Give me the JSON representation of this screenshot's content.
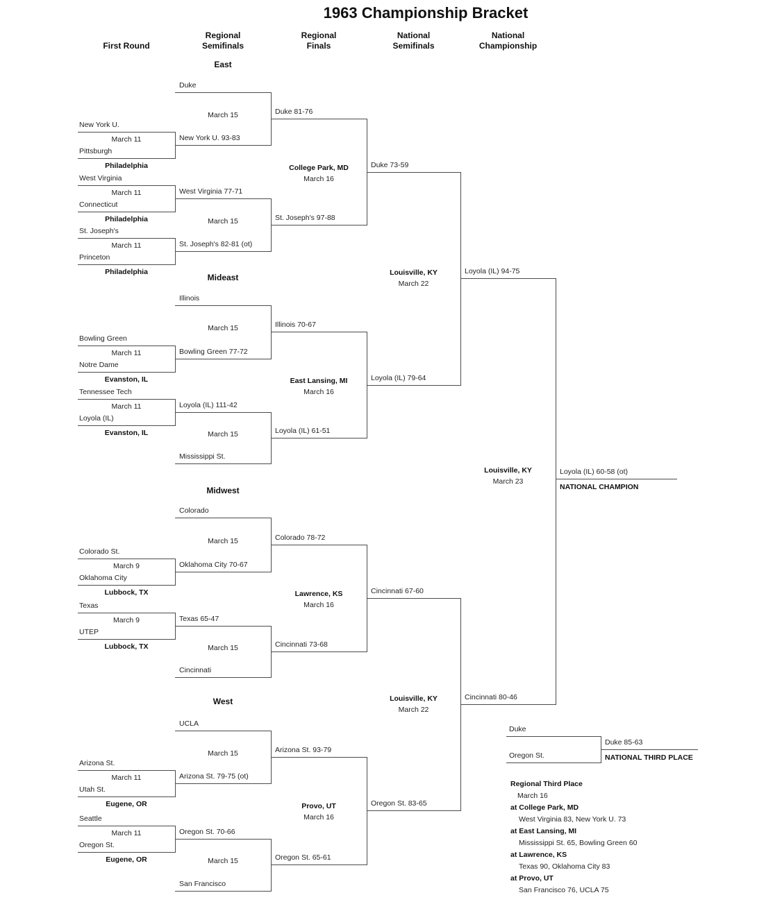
{
  "title": "1963 Championship Bracket",
  "column_headers": {
    "first_round": "First Round",
    "regional_semifinals": [
      "Regional",
      "Semifinals"
    ],
    "regional_finals": [
      "Regional",
      "Finals"
    ],
    "national_semifinals": [
      "National",
      "Semifinals"
    ],
    "national_championship": [
      "National",
      "Championship"
    ]
  },
  "regions": {
    "east": {
      "label": "East",
      "bye1": "Duke",
      "fr1": {
        "team1": "New York U.",
        "date": "March 11",
        "team2": "Pittsburgh",
        "site": "Philadelphia",
        "winner": "New York U. 93-83"
      },
      "fr2": {
        "team1": "West Virginia",
        "date": "March 11",
        "team2": "Connecticut",
        "site": "Philadelphia",
        "winner": "West Virginia 77-71"
      },
      "fr3": {
        "team1": "St. Joseph's",
        "date": "March 11",
        "team2": "Princeton",
        "site": "Philadelphia",
        "winner": "St. Joseph's 82-81 (ot)"
      },
      "semi1": {
        "date": "March 15",
        "winner": "Duke 81-76"
      },
      "semi2": {
        "date": "March 15",
        "winner": "St. Joseph's 97-88"
      },
      "final": {
        "site": "College Park, MD",
        "date": "March 16",
        "winner": "Duke 73-59"
      }
    },
    "mideast": {
      "label": "Mideast",
      "bye1": "Illinois",
      "bye2": "Mississippi St.",
      "fr1": {
        "team1": "Bowling Green",
        "date": "March 11",
        "team2": "Notre Dame",
        "site": "Evanston, IL",
        "winner": "Bowling Green 77-72"
      },
      "fr2": {
        "team1": "Tennessee Tech",
        "date": "March 11",
        "team2": "Loyola (IL)",
        "site": "Evanston, IL",
        "winner": "Loyola (IL) 111-42"
      },
      "semi1": {
        "date": "March 15",
        "winner": "Illinois 70-67"
      },
      "semi2": {
        "date": "March 15",
        "winner": "Loyola (IL) 61-51"
      },
      "final": {
        "site": "East Lansing, MI",
        "date": "March 16",
        "winner": "Loyola (IL) 79-64"
      }
    },
    "midwest": {
      "label": "Midwest",
      "bye1": "Colorado",
      "bye2": "Cincinnati",
      "fr1": {
        "team1": "Colorado St.",
        "date": "March 9",
        "team2": "Oklahoma City",
        "site": "Lubbock, TX",
        "winner": "Oklahoma City 70-67"
      },
      "fr2": {
        "team1": "Texas",
        "date": "March 9",
        "team2": "UTEP",
        "site": "Lubbock, TX",
        "winner": "Texas 65-47"
      },
      "semi1": {
        "date": "March 15",
        "winner": "Colorado 78-72"
      },
      "semi2": {
        "date": "March 15",
        "winner": "Cincinnati 73-68"
      },
      "final": {
        "site": "Lawrence, KS",
        "date": "March 16",
        "winner": "Cincinnati 67-60"
      }
    },
    "west": {
      "label": "West",
      "bye1": "UCLA",
      "bye2": "San Francisco",
      "fr1": {
        "team1": "Arizona St.",
        "date": "March 11",
        "team2": "Utah St.",
        "site": "Eugene, OR",
        "winner": "Arizona St. 79-75 (ot)"
      },
      "fr2": {
        "team1": "Seattle",
        "date": "March 11",
        "team2": "Oregon St.",
        "site": "Eugene, OR",
        "winner": "Oregon St. 70-66"
      },
      "semi1": {
        "date": "March 15",
        "winner": "Arizona St. 93-79"
      },
      "semi2": {
        "date": "March 15",
        "winner": "Oregon St. 65-61"
      },
      "final": {
        "site": "Provo, UT",
        "date": "March 16",
        "winner": "Oregon St. 83-65"
      }
    }
  },
  "national": {
    "semi1": {
      "site": "Louisville, KY",
      "date": "March 22",
      "winner": "Loyola (IL) 94-75"
    },
    "semi2": {
      "site": "Louisville, KY",
      "date": "March 22",
      "winner": "Cincinnati 80-46"
    },
    "championship": {
      "site": "Louisville, KY",
      "date": "March 23",
      "winner": "Loyola (IL) 60-58 (ot)",
      "label": "NATIONAL CHAMPION"
    },
    "third_place": {
      "team1": "Duke",
      "team2": "Oregon St.",
      "winner": "Duke 85-63",
      "label": "NATIONAL THIRD PLACE"
    }
  },
  "regional_third_place": {
    "heading": "Regional Third Place",
    "date": "March 16",
    "games": [
      {
        "site": "at College Park, MD",
        "score": "West Virginia 83, New York U. 73"
      },
      {
        "site": "at East Lansing, MI",
        "score": "Mississippi St. 65, Bowling Green 60"
      },
      {
        "site": "at Lawrence, KS",
        "score": "Texas 90, Oklahoma City 83"
      },
      {
        "site": "at Provo, UT",
        "score": "San Francisco 76, UCLA 75"
      }
    ]
  }
}
